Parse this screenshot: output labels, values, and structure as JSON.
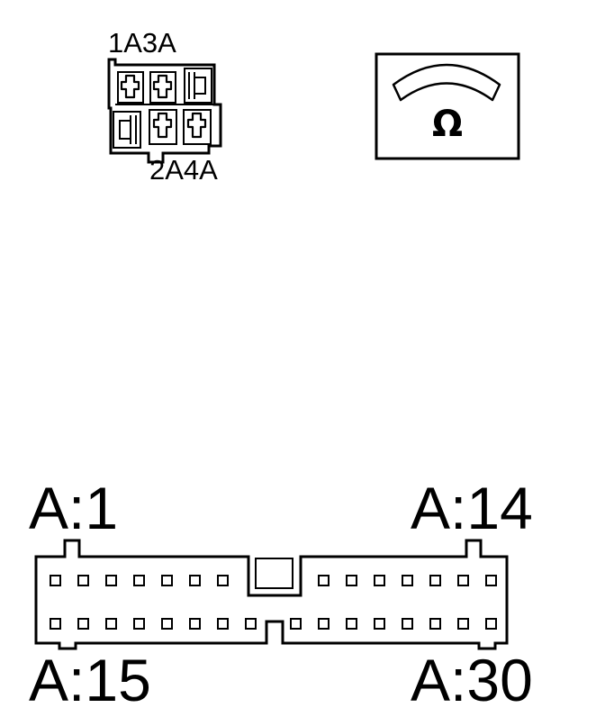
{
  "fuse_block": {
    "top_label": "1A3A",
    "bottom_label": "2A4A"
  },
  "meter": {
    "symbol": "Ω",
    "icon": "ohmmeter-icon"
  },
  "connector": {
    "label_top_left": "A:1",
    "label_top_right": "A:14",
    "label_bottom_left": "A:15",
    "label_bottom_right": "A:30",
    "top_row_pins": 14,
    "bottom_row_pins": 16
  }
}
